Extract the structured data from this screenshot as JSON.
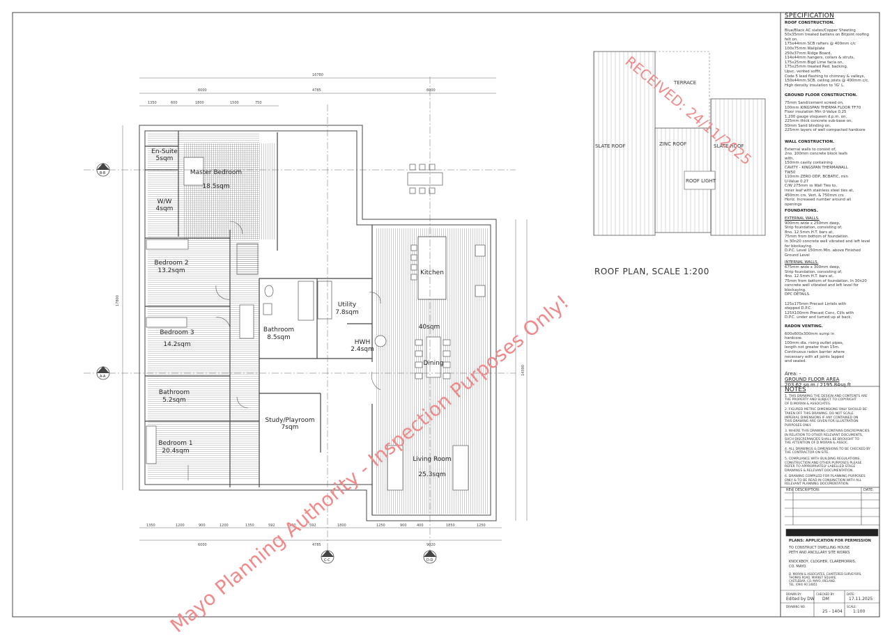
{
  "specification": {
    "title": "SPECIFICATION",
    "roof_heading": "ROOF CONSTRUCTION.",
    "roof_text": "Blue/Black AC slates/Copper Sheeting\n50x35mm treated battens on Bitjoint roofing\nfelt on,\n175x44mm SCB rafters @ 400mm c/c\n100x75mm Wallplate\n250x37mm Ridge Board,\n114x44mm hangers, collars & struts,\n175x25mm Bigd Lime facia on,\n175x25mm treated Red. backing,\nUpvc. vented soffit,\nCode 5 lead flashing to chimney & valleys,\n150x44mm SCB. ceiling joists @ 400mm c/c,\nHigh density insulation to 'IG' L.",
    "ground_heading": "GROUND FLOOR CONSTRUCTION.",
    "ground_text": "75mm Sand/cement screed on,\n100mm KINGSPAN THERMA FLOOR TF70\nFloor insulation Min U-Value 0.25\n1,200 gauge visqueen d.p.m. on,\n225mm thick concrete sub-base on,\n50mm Sand blinding on,\n225mm layers of well compacted hardcore",
    "wall_heading": "WALL CONSTRUCTION.",
    "wall_text": "External walls to consist of,\n2no. 100mm concrete block leafs\nwith,\n150mm cavity containing\nCAVITY - KINGSPAN THERMAWALL\nTW50\n110mm ZERO ODP, BCBATIC, min\nU-Value 0.27\nC/W 275mm ss Wall Ties to,\ninner leaf with stainless steel ties at,\n450mm crs. Vert. & 750mm crs\nHoriz. Increased number around all\nopenings",
    "foundations_heading": "FOUNDATIONS.",
    "external_walls_heading": "EXTERNAL WALLS.",
    "external_walls_text": "900mm wide x 250mm deep,\nStrip foundation, consisting of,\n8no. 12.5mm H.T. bars at,\n75mm from bottom of foundation.\nIn 30n20 concrete well vibrated and left level\nfor blockaying.\nD.P.C. Level 150mm Min. above Finished\nGround Level",
    "internal_walls_heading": "INTERNAL WALLS.",
    "internal_walls_text": "675mm wide x 300mm deep,\nStrip foundation, consisting of,\n4no. 12.5mm H.T. bars at,\n75mm from bottom of foundation. In 30n20\nconcrete well vibrated and left level for\nblockaying.\nDPC DETAILS.\n\n125x175mm Precast Lintels with\nstepped D.P.C.\n125X100mm Precast Conc. Cills with\nD.P.C. under and turned up at back.",
    "radon_heading": "RADON VENTING.",
    "radon_text": "600x600x300mm sump in\nhardcore.\n100mm dia. rising outlet pipes,\nlength not greater than 15m.\nContinuous radon barrier where\nnecessary with all joints lapped\nand sealed.",
    "area_label": "Area: -",
    "area_name": "GROUND FLOOR AREA",
    "area_value": "203.62 sq.m / 2195.84sq.ft"
  },
  "notes": {
    "title": "NOTES",
    "items": [
      "1. THIS DRAWING THE DESIGN AND CONTENTS ARE\nTHE PROPERTY AND SUBJECT TO COPYRIGHT\nOF D.MORAN & ASSOCIATES.",
      "2. FIGURED METRIC DIMENSIONS ONLY SHOULD BE\nTAKEN OFF THIS DRAWING. DO NOT SCALE.\nIMPERIAL DIMENSIONS IF ANY CONTAINED ON\nTHIS DRAWING ARE GIVEN FOR ILLUSTRATION\nPURPOSES ONLY.",
      "3. WHERE THIS DRAWING CONTAINS DISCREPANCIES\nIN RELATION TO OTHER RELEVANT DOCUMENTS,\nSUCH DISCREPANCIES SHALL BE BROUGHT TO\nTHE ATTENTION OF D.MORAN & ASSOC.",
      "4. ALL DRAWINGS & DIMENSIONS TO BE CHECKED BY\nTHE CONTRACTOR ON SITE.",
      "5. COMPLIANCE WITH BUILDING REGULATIONS,\nCONSTRUCTION AND OTHER PURPOSES PLEASE\nREFER TO APPROPRIATELY LABELLED STAGE\nDRAWINGS & RELEVANT DOCUMENTATION.",
      "6. DRAWING COMPILED FOR PLANNING PURPOSES\nONLY & TO BE READ IN CONJUNCTION WITH ALL\nRELEVANT PLANNING DOCUMENTATION."
    ]
  },
  "title_block": {
    "rev_label": "REV.",
    "description_label": "DESCRIPTION:",
    "date_label": "DATE:",
    "project_line1": "PLANS: APPLICATION FOR PERMISSION",
    "project_line2": "TO CONSTRUCT DWELLING HOUSE",
    "project_line3": "PETH AND ANCILLARY SITE WORKS",
    "location_line1": "KNOCKBOY, CLOGHER, CLAREMORRIS,",
    "location_line2": "CO. MAYO.",
    "firm_text": "D. MORAN & ASSOCIATES, CHARTERED SURVEYORS,\nTHOMAS ROAD, MARKET SQUARE,\nCASTLEBAR, CO. MAYO, IRELAND.\nTEL. (094) 90 24851",
    "drawn_by_label": "DRAWN BY:",
    "drawn_by_value": "Edited by DW",
    "checked_label": "CHECKED BY:",
    "checked_value": "DM",
    "date_field_label": "DATE:",
    "date_value": "17.11.2025",
    "drawing_no_label": "DRAWING NO.",
    "drawing_no_value": "25 - 1404",
    "scale_label": "SCALE:",
    "scale_value": "1:100"
  },
  "roof_plan": {
    "title": "ROOF PLAN, SCALE 1:200",
    "labels": [
      "TERRACE",
      "SLATE ROOF",
      "ZINC ROOF",
      "SLATE ROOF",
      "ROOF LIGHT"
    ]
  },
  "rooms": [
    {
      "name": "En-Suite",
      "area": "5sqm"
    },
    {
      "name": "Master Bedroom",
      "area": "18.5sqm"
    },
    {
      "name": "W/W",
      "area": "4sqm"
    },
    {
      "name": "Bedroom 2",
      "area": "13.2sqm"
    },
    {
      "name": "Bedroom 3",
      "area": "14.2sqm"
    },
    {
      "name": "Bathroom",
      "area": "5.2sqm"
    },
    {
      "name": "Bedroom 1",
      "area": "20.4sqm"
    },
    {
      "name": "Bathroom",
      "area": "8.5sqm"
    },
    {
      "name": "Utility",
      "area": "7.8sqm"
    },
    {
      "name": "HWH",
      "area": "2.4sqm"
    },
    {
      "name": "Study/Playroom",
      "area": "7sqm"
    },
    {
      "name": "Kitchen",
      "area": ""
    },
    {
      "name": "40sqm",
      "area": ""
    },
    {
      "name": "Dining",
      "area": ""
    },
    {
      "name": "Living Room",
      "area": "25.3sqm"
    }
  ],
  "dimensions": {
    "overall_top": "16780",
    "top_segments": [
      "6000",
      "4785",
      "6000"
    ],
    "top_detail": [
      "1350",
      "600",
      "1800",
      "1500",
      "750"
    ],
    "bottom_overall": [
      "6000",
      "4785",
      "9020"
    ],
    "bottom_detail": [
      "1350",
      "1200",
      "900",
      "1200",
      "1350",
      "592",
      "1200",
      "592",
      "1800",
      "1250",
      "900",
      "400",
      "1850",
      "1250"
    ],
    "left_overall": "17800",
    "right_overall": "14390"
  },
  "section_markers": [
    "B-B",
    "A-A",
    "C-C",
    "D-D"
  ],
  "stamps": {
    "received": "RECEIVED: 24/11/2025",
    "purpose": "Mayo Planning Authority - Inspection Purposes Only!"
  }
}
